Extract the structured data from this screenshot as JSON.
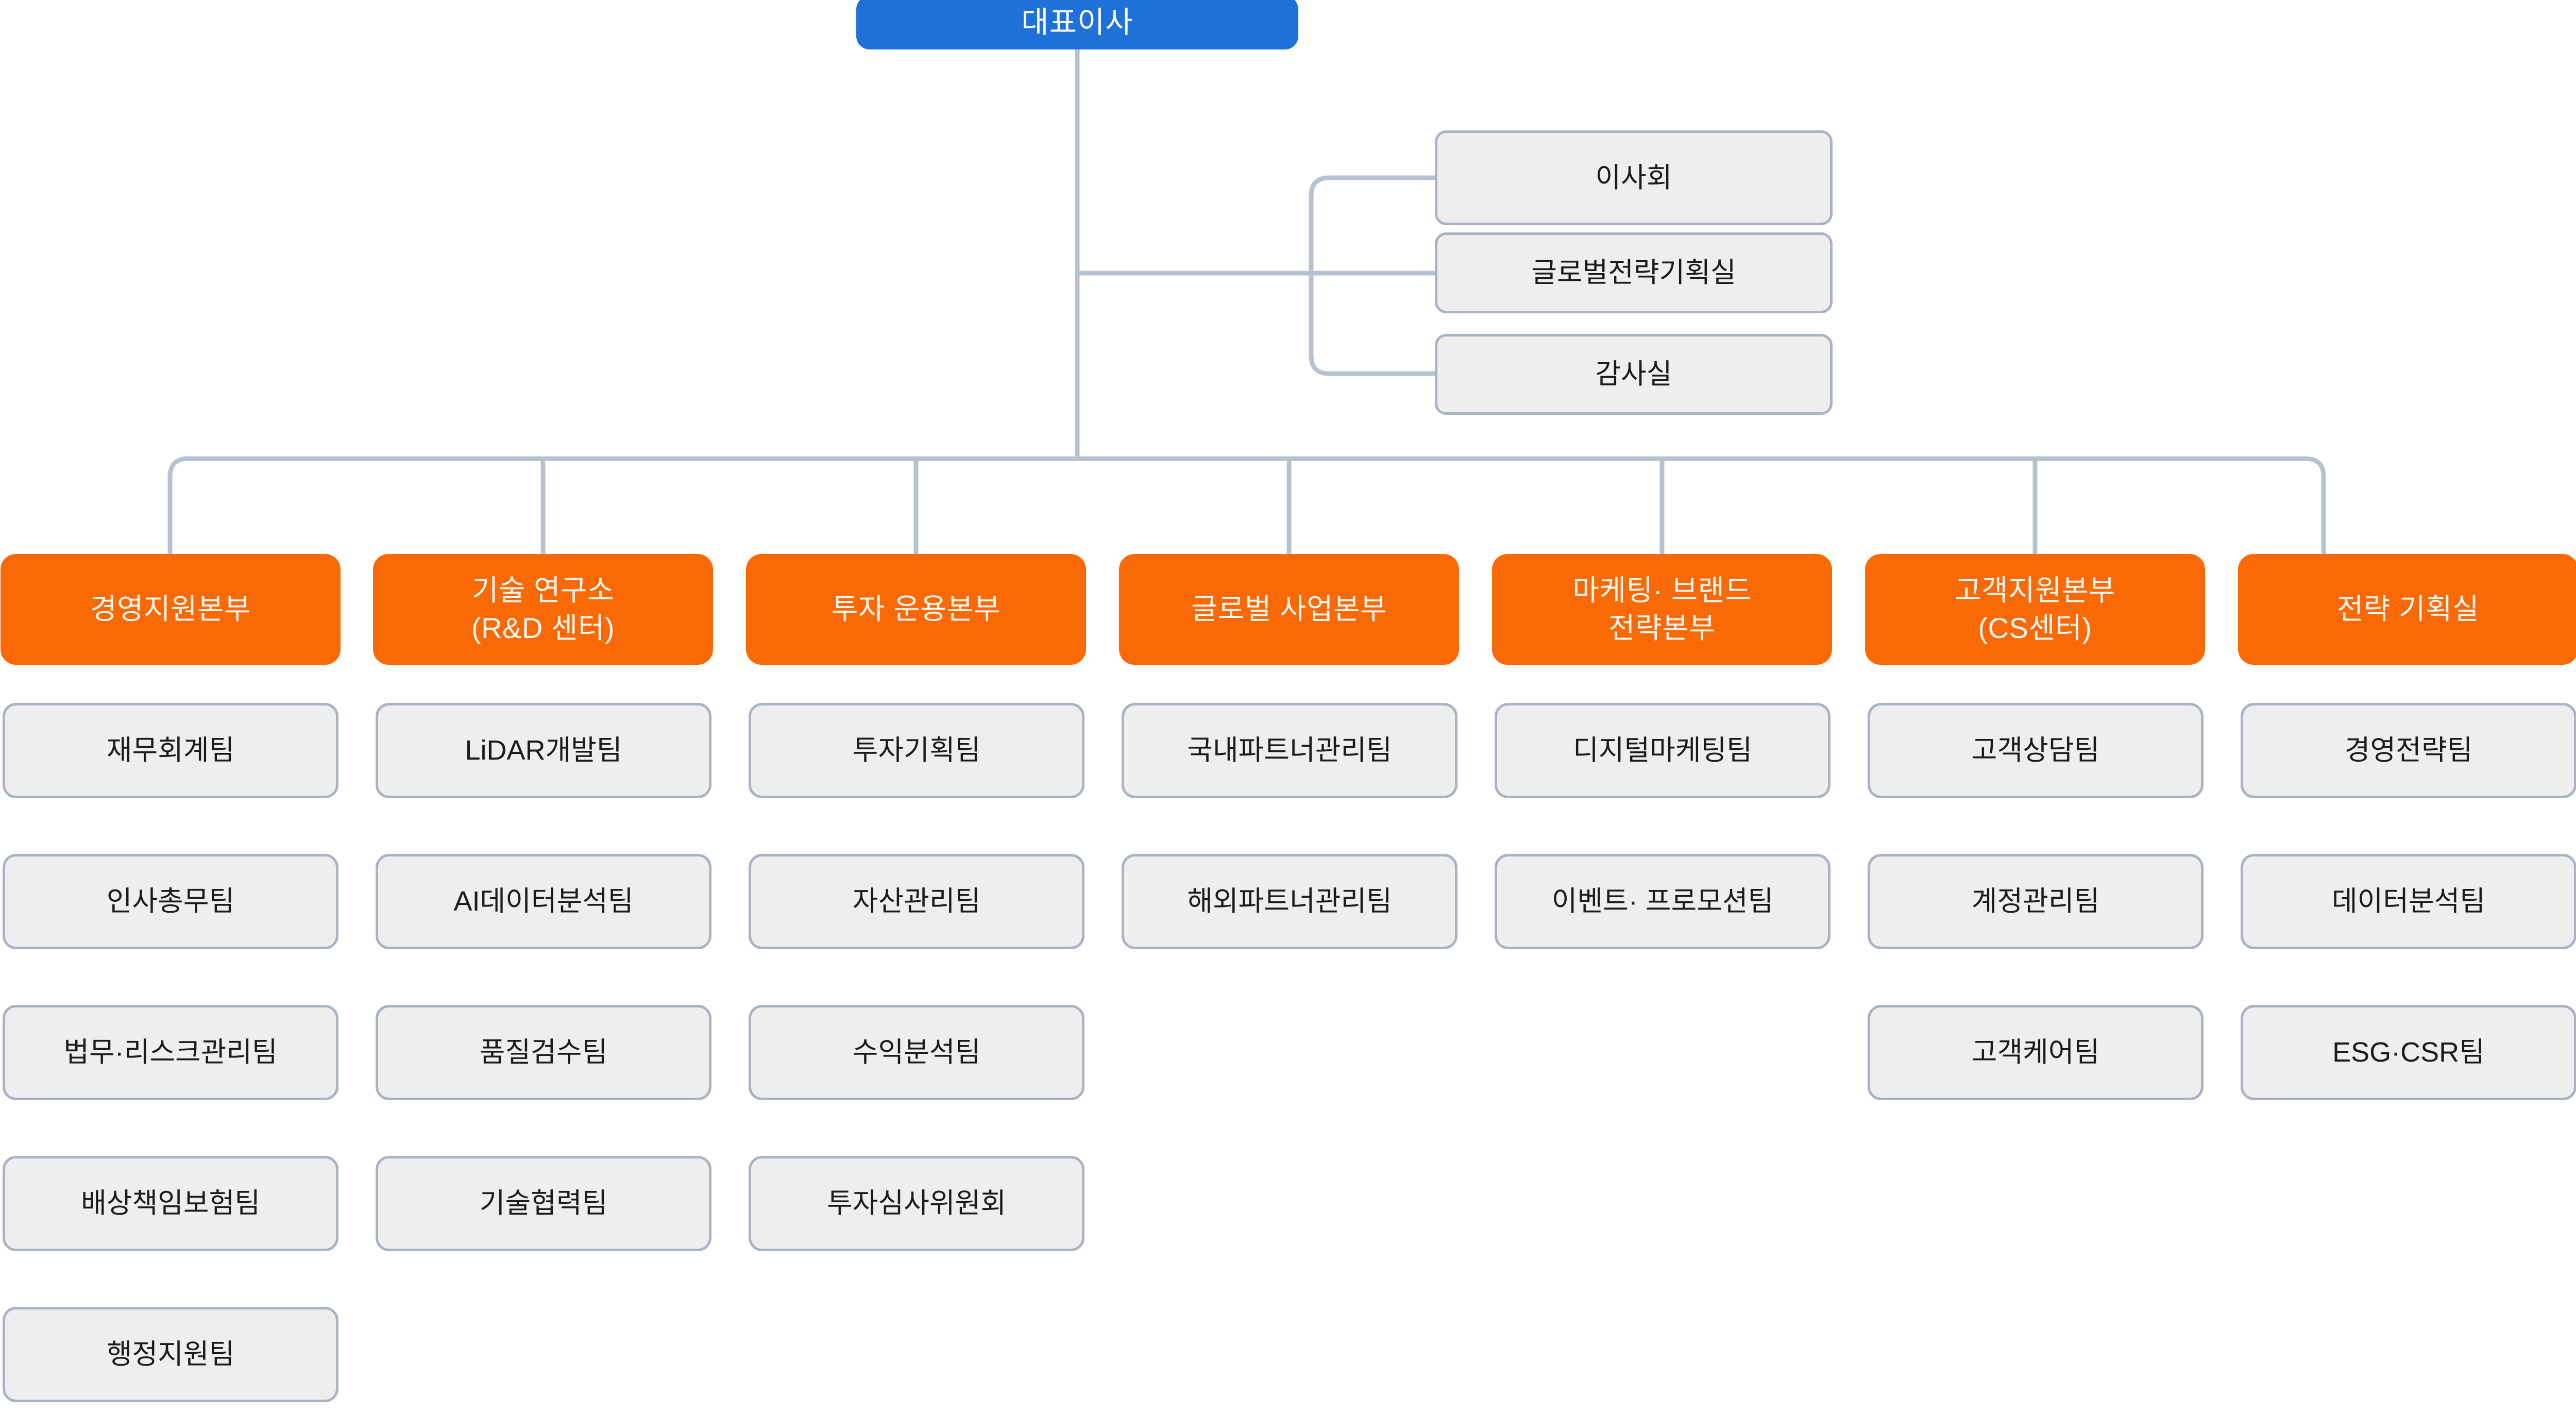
{
  "colors": {
    "root_fill": "#1f70d8",
    "root_text": "#ffffff",
    "division_fill": "#f96a06",
    "division_text": "#fdf6f1",
    "box_fill": "#eeeeef",
    "box_border": "#a9b3c1",
    "box_text": "#1b1b1b",
    "connector": "#b6c2d0",
    "background": "#ffffff"
  },
  "root": {
    "label": "대표이사"
  },
  "staff": [
    {
      "label": "이사회"
    },
    {
      "label": "글로벌전략기획실"
    },
    {
      "label": "감사실"
    }
  ],
  "divisions": [
    {
      "label": "경영지원본부",
      "teams": [
        {
          "label": "재무회계팀"
        },
        {
          "label": "인사총무팀"
        },
        {
          "label": "법무·리스크관리팀"
        },
        {
          "label": "배상책임보험팀"
        },
        {
          "label": "행정지원팀"
        }
      ]
    },
    {
      "label": "기술 연구소\n(R&D 센터)",
      "teams": [
        {
          "label": "LiDAR개발팀"
        },
        {
          "label": "AI데이터분석팀"
        },
        {
          "label": "품질검수팀"
        },
        {
          "label": "기술협력팀"
        }
      ]
    },
    {
      "label": "투자 운용본부",
      "teams": [
        {
          "label": "투자기획팀"
        },
        {
          "label": "자산관리팀"
        },
        {
          "label": "수익분석팀"
        },
        {
          "label": "투자심사위원회"
        }
      ]
    },
    {
      "label": "글로벌 사업본부",
      "teams": [
        {
          "label": "국내파트너관리팀"
        },
        {
          "label": "해외파트너관리팀"
        }
      ]
    },
    {
      "label": "마케팅· 브랜드\n전략본부",
      "teams": [
        {
          "label": "디지털마케팅팀"
        },
        {
          "label": "이벤트· 프로모션팀"
        }
      ]
    },
    {
      "label": "고객지원본부\n(CS센터)",
      "teams": [
        {
          "label": "고객상담팀"
        },
        {
          "label": "계정관리팀"
        },
        {
          "label": "고객케어팀"
        }
      ]
    },
    {
      "label": "전략 기획실",
      "teams": [
        {
          "label": "경영전략팀"
        },
        {
          "label": "데이터분석팀"
        },
        {
          "label": "ESG·CSR팀"
        }
      ]
    }
  ]
}
